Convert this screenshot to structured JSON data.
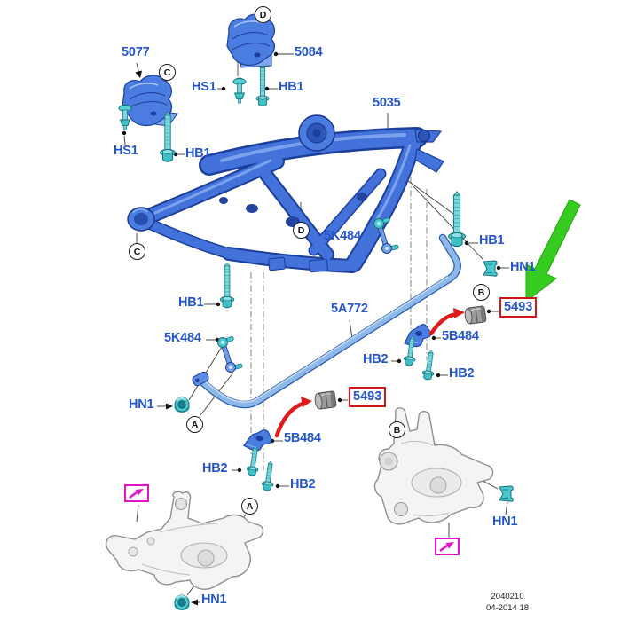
{
  "figure": {
    "type": "suspension-parts-exploded-diagram",
    "part_labels": {
      "bracket_left": "5077",
      "bracket_right": "5084",
      "subframe": "5035",
      "stabilizer_bar": "5A772",
      "stabilizer_link": "5K484",
      "bar_clamp": "5B484",
      "bar_bushing": "5493",
      "bolt_long": "HB1",
      "screw_short": "HS1",
      "bolt_small": "HB2",
      "nut": "HN1"
    },
    "view_markers": {
      "a": "A",
      "b": "B",
      "c": "C",
      "d": "D"
    },
    "highlight": {
      "boxed_part_number": "5493",
      "box_color": "#d31616",
      "big_arrow_color": "#35cc1f",
      "pointer_arrow_color": "#dd1c1c",
      "link_box_color": "#e512c5"
    },
    "footer": {
      "doc_number": "2040210",
      "date_code": "04-2014 18"
    },
    "colors": {
      "label_blue": "#2456c8",
      "part_blue": "#4272da",
      "bar_blue": "#8db8ea",
      "hardware_teal": "#3ec6c6",
      "bushing_gray": "#9c9c9c"
    }
  }
}
